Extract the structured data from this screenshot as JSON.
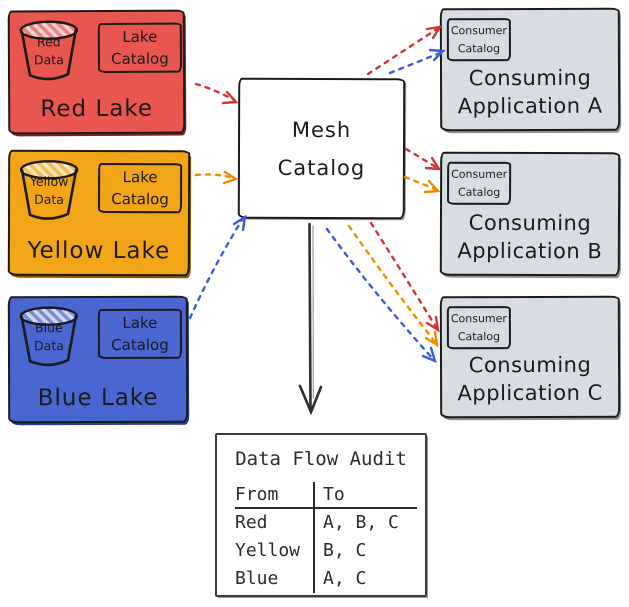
{
  "colors": {
    "lake_red": "#e8564f",
    "lake_yellow": "#f2a516",
    "lake_blue": "#4a66d0",
    "app_gray": "#d8dde2",
    "arrow_red": "#d13438",
    "arrow_orange": "#f08c00",
    "arrow_blue": "#3b5bdb",
    "ink": "#1b1b1b"
  },
  "lakes": [
    {
      "title": "Red Lake",
      "bucket": {
        "line1": "Red",
        "line2": "Data"
      },
      "catalog": {
        "line1": "Lake",
        "line2": "Catalog"
      }
    },
    {
      "title": "Yellow Lake",
      "bucket": {
        "line1": "Yellow",
        "line2": "Data"
      },
      "catalog": {
        "line1": "Lake",
        "line2": "Catalog"
      }
    },
    {
      "title": "Blue Lake",
      "bucket": {
        "line1": "Blue",
        "line2": "Data"
      },
      "catalog": {
        "line1": "Lake",
        "line2": "Catalog"
      }
    }
  ],
  "mesh": {
    "line1": "Mesh",
    "line2": "Catalog"
  },
  "apps": [
    {
      "line1": "Consuming",
      "line2": "Application A",
      "catalog": {
        "line1": "Consumer",
        "line2": "Catalog"
      }
    },
    {
      "line1": "Consuming",
      "line2": "Application B",
      "catalog": {
        "line1": "Consumer",
        "line2": "Catalog"
      }
    },
    {
      "line1": "Consuming",
      "line2": "Application C",
      "catalog": {
        "line1": "Consumer",
        "line2": "Catalog"
      }
    }
  ],
  "audit": {
    "title": "Data Flow Audit",
    "columns": [
      "From",
      "To"
    ],
    "rows": [
      {
        "from": "Red",
        "to": "A, B, C"
      },
      {
        "from": "Yellow",
        "to": "B, C"
      },
      {
        "from": "Blue",
        "to": "A, C"
      }
    ]
  }
}
